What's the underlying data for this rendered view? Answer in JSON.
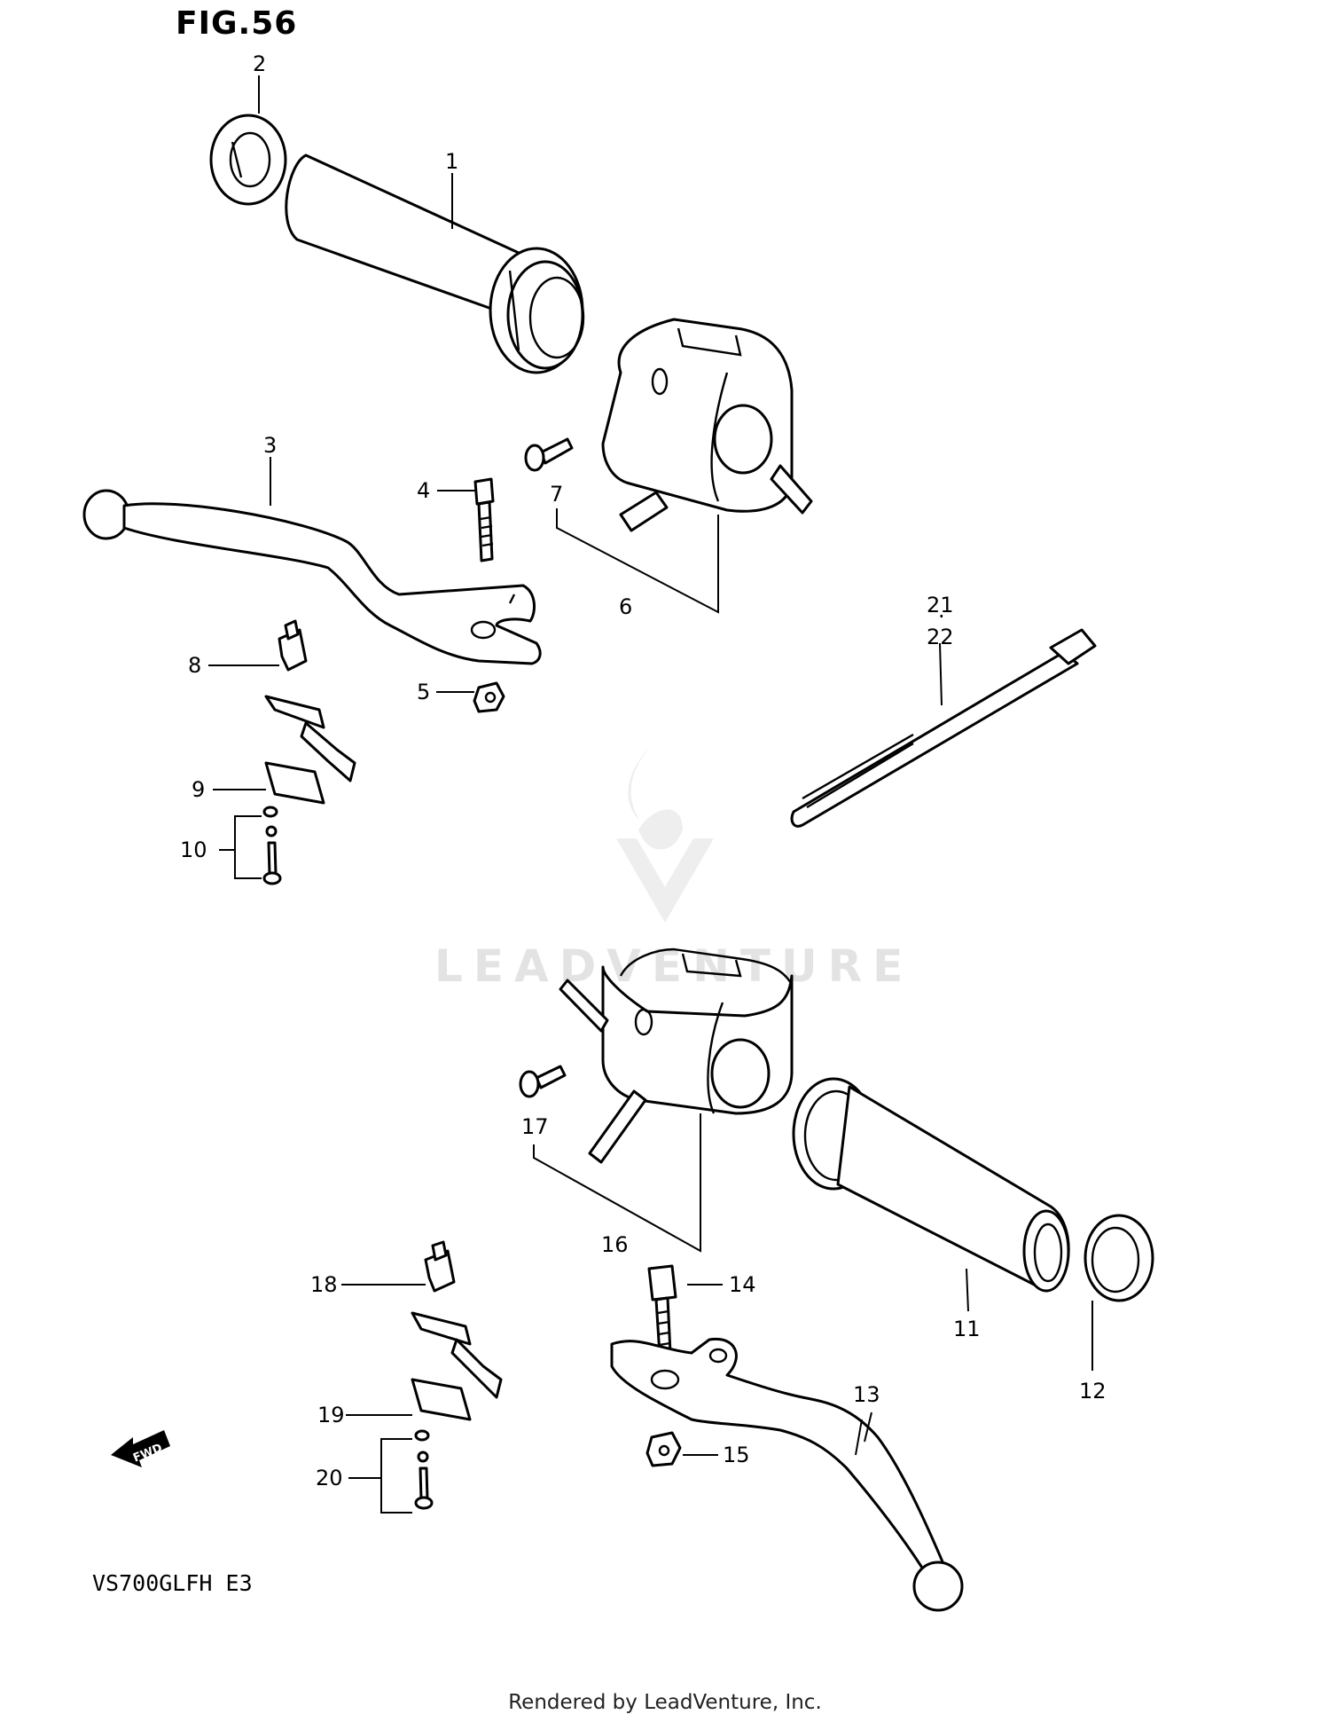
{
  "figure_label": "FIG.56",
  "model_code": "VS700GLFH  E3",
  "footer_text": "Rendered by LeadVenture, Inc.",
  "watermark_text": "LEADVENTURE",
  "fwd_label": "FWD",
  "callouts": {
    "c1": "1",
    "c2": "2",
    "c3": "3",
    "c4": "4",
    "c5": "5",
    "c6": "6",
    "c7": "7",
    "c8": "8",
    "c9": "9",
    "c10": "10",
    "c11": "11",
    "c12": "12",
    "c13": "13",
    "c14": "14",
    "c15": "15",
    "c16": "16",
    "c17": "17",
    "c18": "18",
    "c19": "19",
    "c20": "20",
    "c21": "21",
    "c22": "22"
  }
}
